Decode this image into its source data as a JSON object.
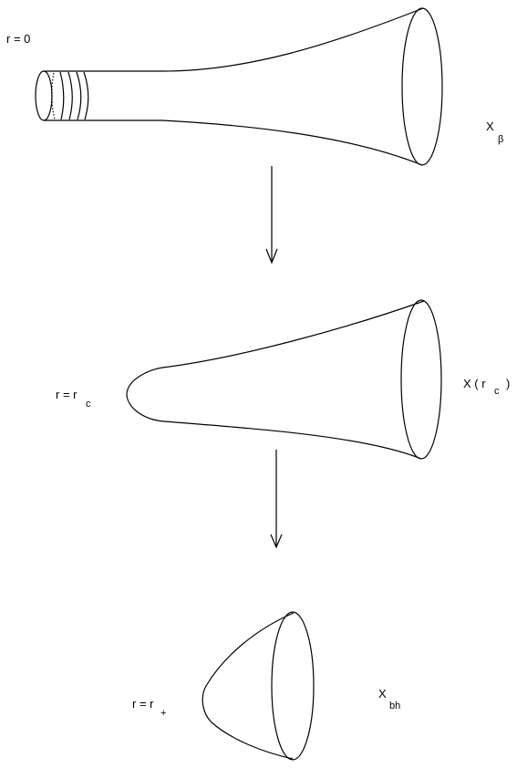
{
  "labels": {
    "r0": "r = 0",
    "rc_main": "r = r",
    "rc_sub": "c",
    "rplus_main": "r = r",
    "rplus_sub": "+",
    "xbeta_main": "X",
    "xbeta_sub": "β",
    "xrc_main": "X ( r",
    "xrc_sub": "c",
    "xrc_close": ")",
    "xbh_main": "X",
    "xbh_sub": "bh"
  },
  "colors": {
    "stroke": "#000000",
    "background": "#ffffff"
  }
}
